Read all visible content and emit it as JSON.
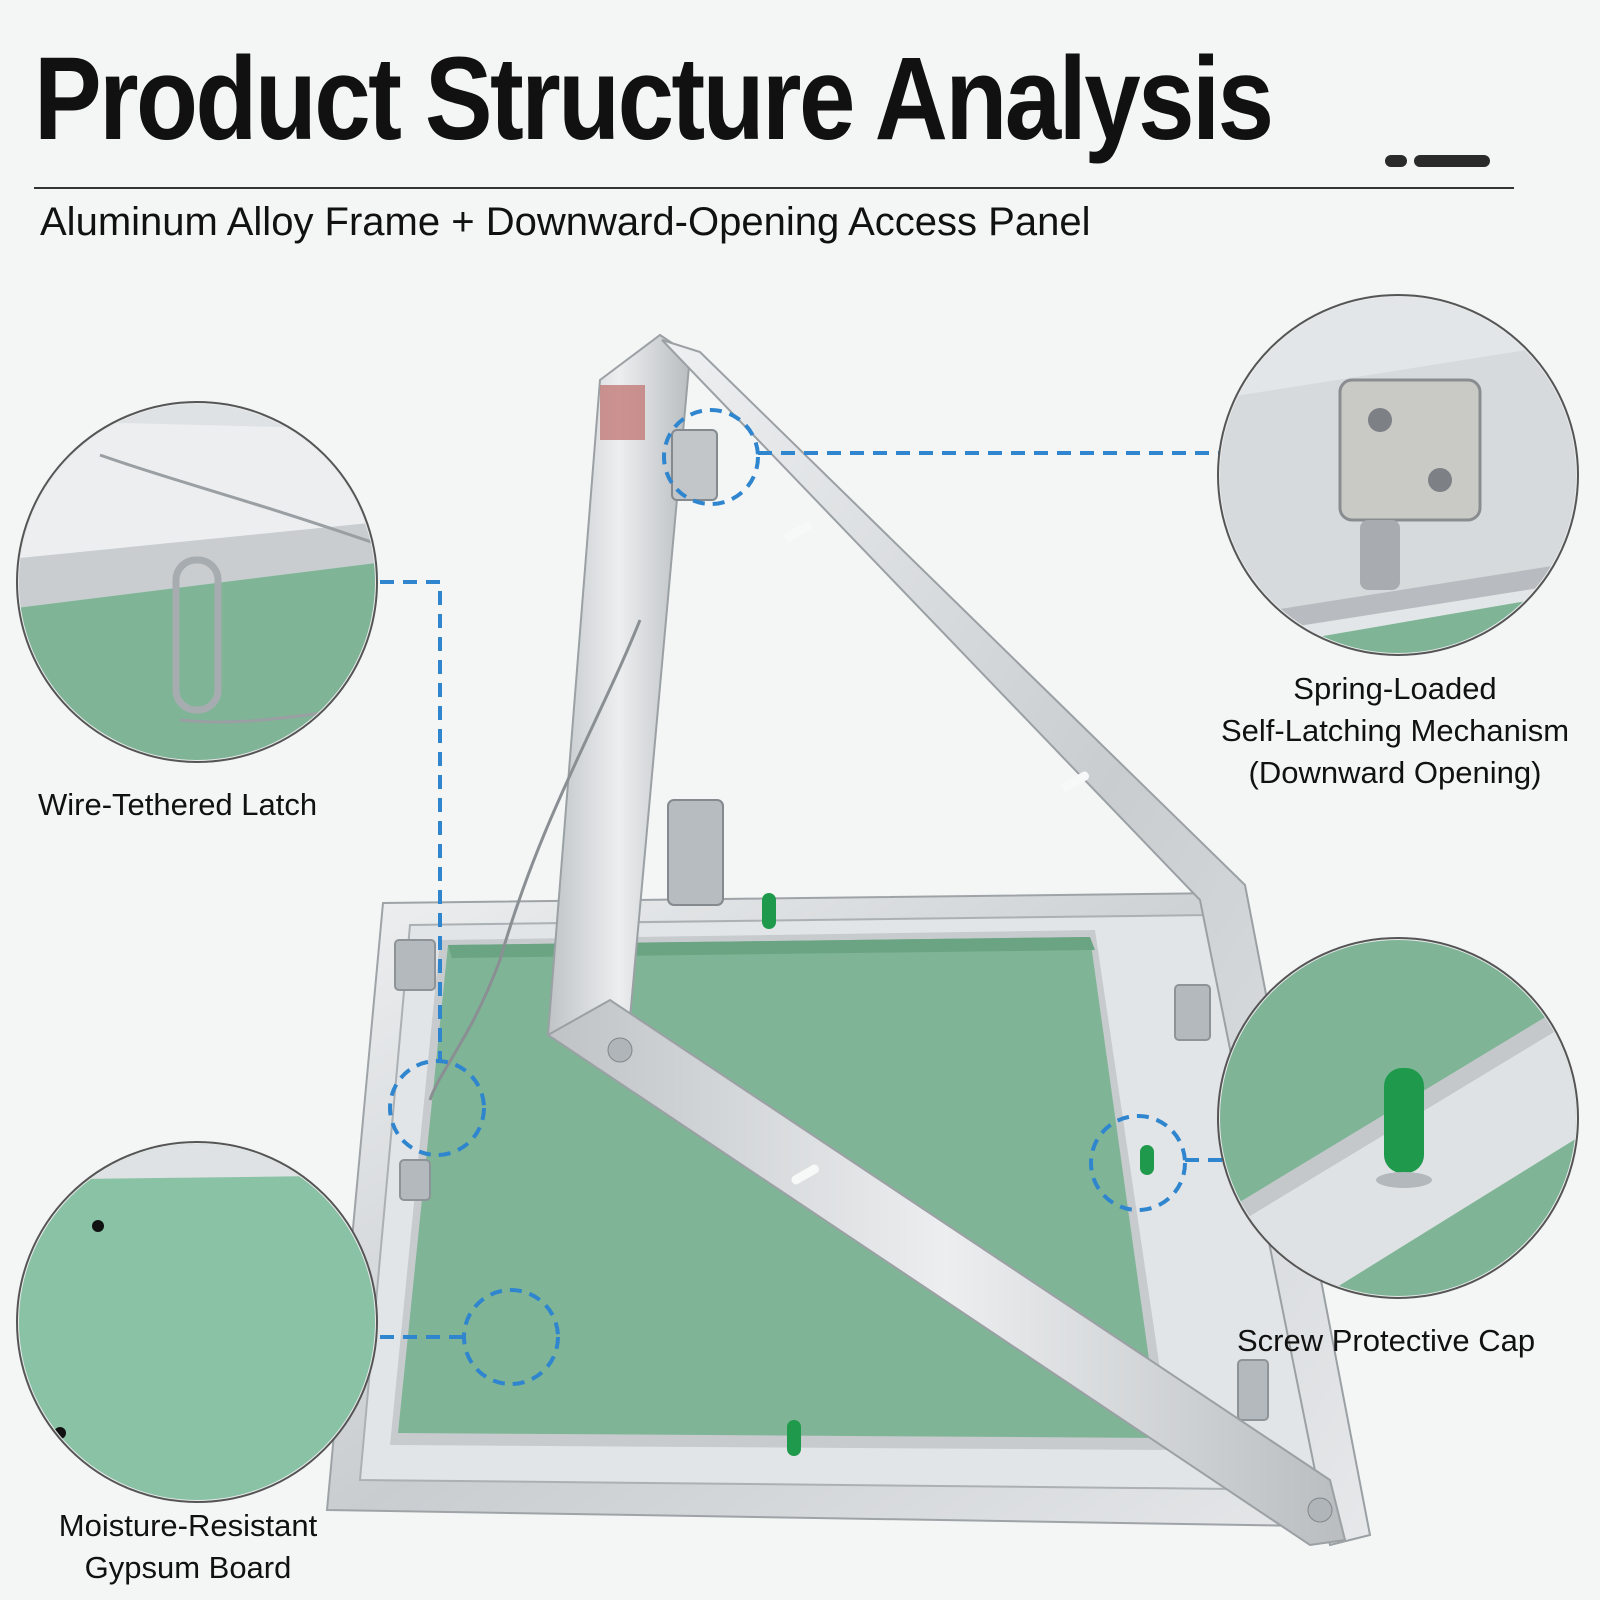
{
  "header": {
    "title": "Product Structure Analysis",
    "subtitle": "Aluminum Alloy Frame + Downward-Opening Access Panel"
  },
  "callouts": {
    "wire_latch": "Wire-Tethered Latch",
    "spring_latch_line1": "Spring-Loaded",
    "spring_latch_line2": "Self-Latching Mechanism",
    "spring_latch_line3": "(Downward Opening)",
    "screw_cap": "Screw Protective Cap",
    "gypsum_line1": "Moisture-Resistant",
    "gypsum_line2": "Gypsum Board"
  },
  "colors": {
    "background": "#f4f6f5",
    "aluminum": "#d3d6d8",
    "gypsum_green": "#7fb596",
    "callout_blue": "#2f86cf",
    "cap_green": "#1f9a4c"
  }
}
